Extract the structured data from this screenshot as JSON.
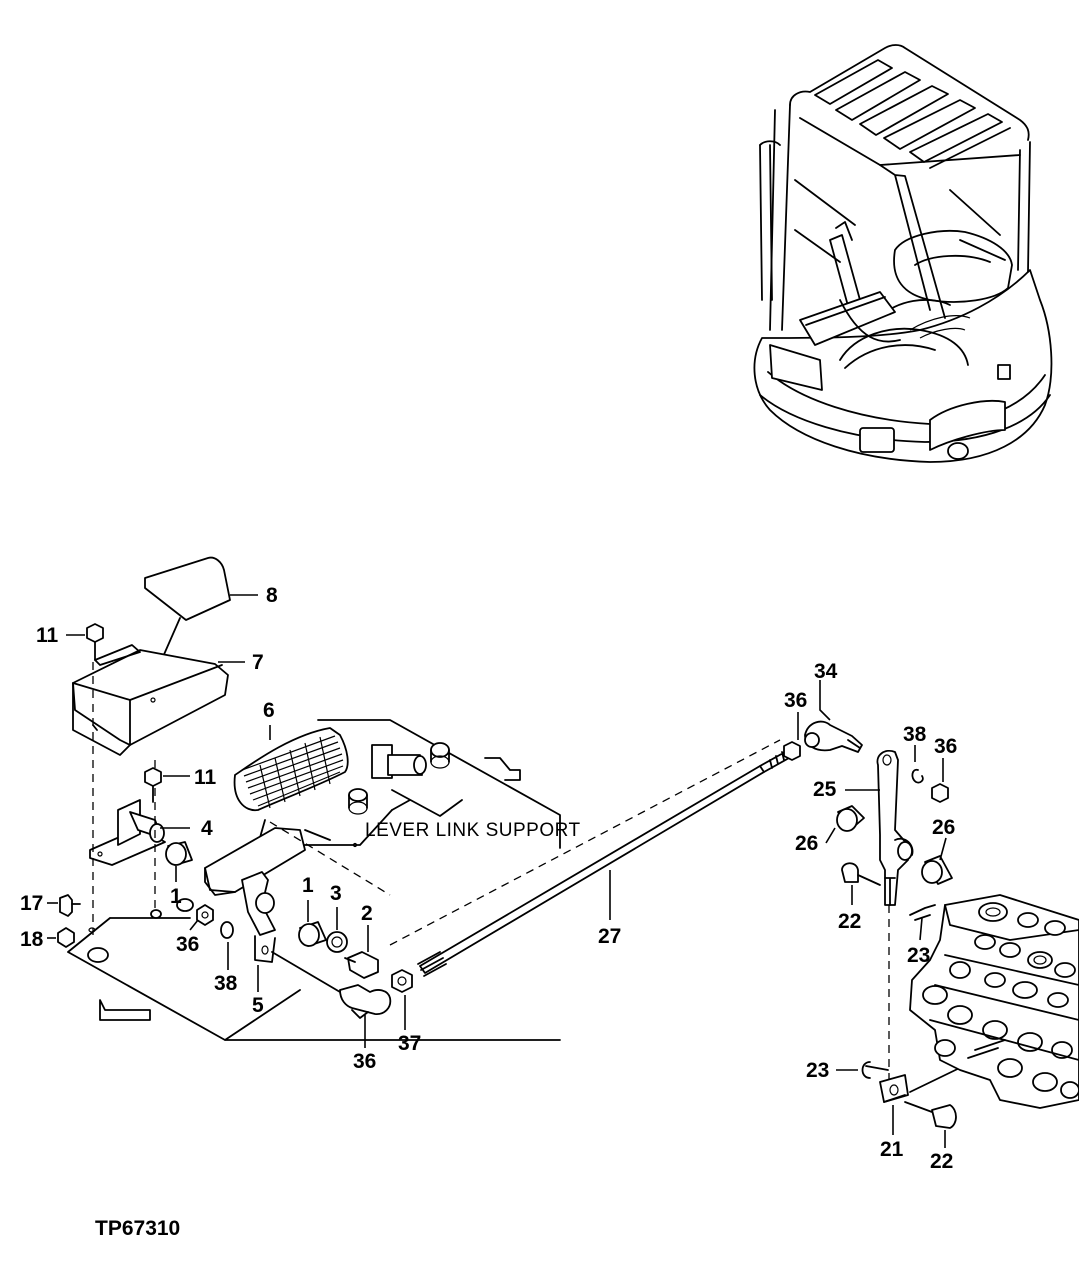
{
  "figure": {
    "code": "TP67310",
    "support_label": "LEVER LINK SUPPORT"
  },
  "callouts": [
    {
      "id": "c8",
      "text": "8"
    },
    {
      "id": "c11a",
      "text": "11"
    },
    {
      "id": "c7",
      "text": "7"
    },
    {
      "id": "c6",
      "text": "6"
    },
    {
      "id": "c11b",
      "text": "11"
    },
    {
      "id": "c4",
      "text": "4"
    },
    {
      "id": "c17",
      "text": "17"
    },
    {
      "id": "c18",
      "text": "18"
    },
    {
      "id": "c1a",
      "text": "1"
    },
    {
      "id": "c36a",
      "text": "36"
    },
    {
      "id": "c38a",
      "text": "38"
    },
    {
      "id": "c5",
      "text": "5"
    },
    {
      "id": "c1b",
      "text": "1"
    },
    {
      "id": "c3",
      "text": "3"
    },
    {
      "id": "c2",
      "text": "2"
    },
    {
      "id": "c36b",
      "text": "36"
    },
    {
      "id": "c37",
      "text": "37"
    },
    {
      "id": "c27",
      "text": "27"
    },
    {
      "id": "c34",
      "text": "34"
    },
    {
      "id": "c36c",
      "text": "36"
    },
    {
      "id": "c38b",
      "text": "38"
    },
    {
      "id": "c36d",
      "text": "36"
    },
    {
      "id": "c25",
      "text": "25"
    },
    {
      "id": "c26a",
      "text": "26"
    },
    {
      "id": "c26b",
      "text": "26"
    },
    {
      "id": "c22a",
      "text": "22"
    },
    {
      "id": "c23a",
      "text": "23"
    },
    {
      "id": "c23b",
      "text": "23"
    },
    {
      "id": "c21",
      "text": "21"
    },
    {
      "id": "c22b",
      "text": "22"
    }
  ]
}
